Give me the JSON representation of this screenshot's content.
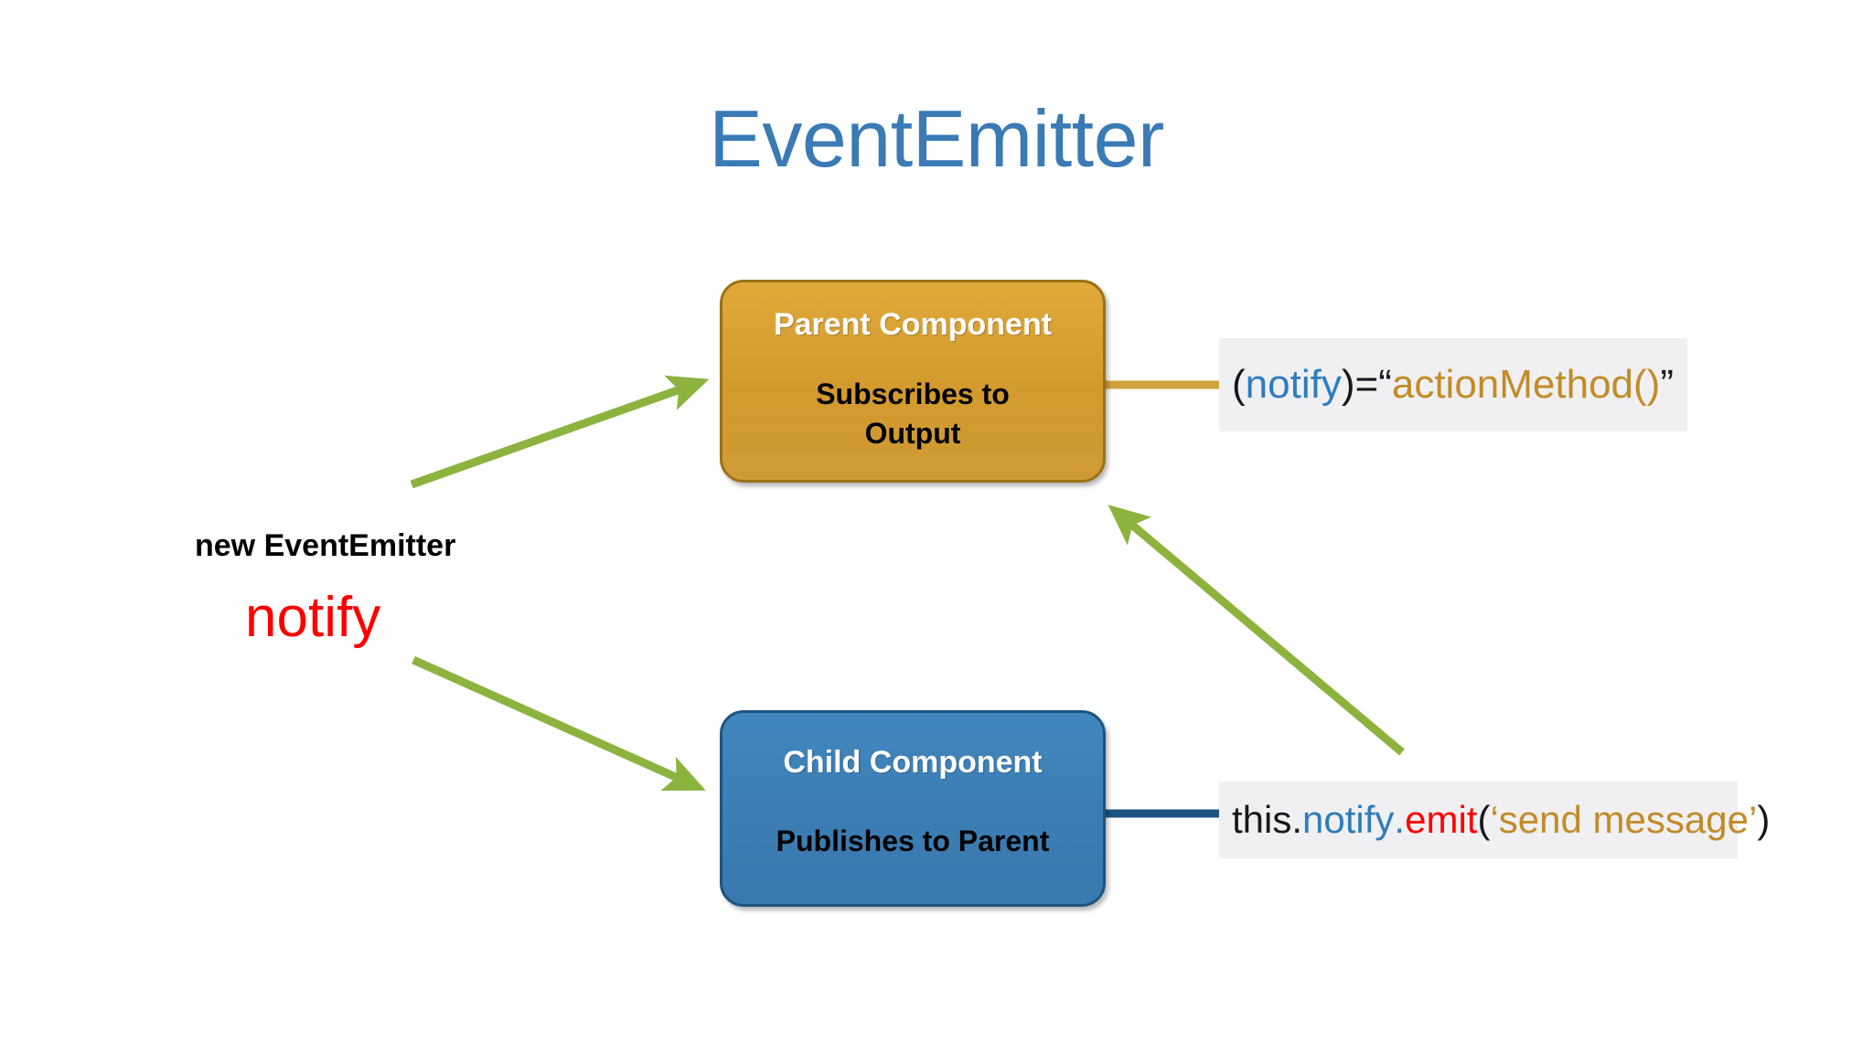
{
  "slide": {
    "title": "EventEmitter",
    "title_color": "#3a7ab5",
    "background": "#ffffff"
  },
  "labels": {
    "new_emitter": "new EventEmitter",
    "notify": "notify",
    "notify_color": "#ff0000"
  },
  "boxes": {
    "parent": {
      "title": "Parent Component",
      "subtitle_line1": "Subscribes to",
      "subtitle_line2": "Output",
      "fill": "#d29a2e",
      "border": "#9a7216",
      "title_color": "#ffffff",
      "subtitle_color": "#000000"
    },
    "child": {
      "title": "Child Component",
      "subtitle_line1": "Publishes to Parent",
      "fill": "#3b7cb2",
      "border": "#1d547f",
      "title_color": "#ffffff",
      "subtitle_color": "#000000"
    }
  },
  "code_top": {
    "full_text": "(notify)=“actionMethod()”",
    "tokens": {
      "open_paren": "(",
      "binding": "notify",
      "close_paren": ")",
      "equals": "=",
      "open_quote": "“",
      "handler": "actionMethod()",
      "close_quote": "”"
    },
    "binding_color": "#2e7cbe",
    "handler_color": "#c28b28",
    "background": "#f0f0f2"
  },
  "code_bottom": {
    "full_text": "this.notify.emit(‘send message’)",
    "tokens": {
      "this_kw": "this",
      "dot1": ".",
      "property": "notify",
      "dot2": ".",
      "method": "emit",
      "open_paren": "(",
      "open_quote": "‘",
      "argument": "send message",
      "close_quote": "’",
      "close_paren": ")"
    },
    "property_color": "#2e7cbe",
    "method_color": "#ff0000",
    "argument_color": "#c28b28",
    "background": "#f0f0f2"
  },
  "connectors": {
    "parent_to_code_color": "#d2a23c",
    "child_to_code_color": "#1d5480",
    "arrow_color": "#8db33f"
  },
  "arrows": [
    {
      "name": "emitter-to-parent",
      "from": "new EventEmitter",
      "to": "Parent Component"
    },
    {
      "name": "emitter-to-child",
      "from": "notify",
      "to": "Child Component"
    },
    {
      "name": "emit-to-parent",
      "from": "this.notify.emit('send message')",
      "to": "Parent Component"
    }
  ]
}
